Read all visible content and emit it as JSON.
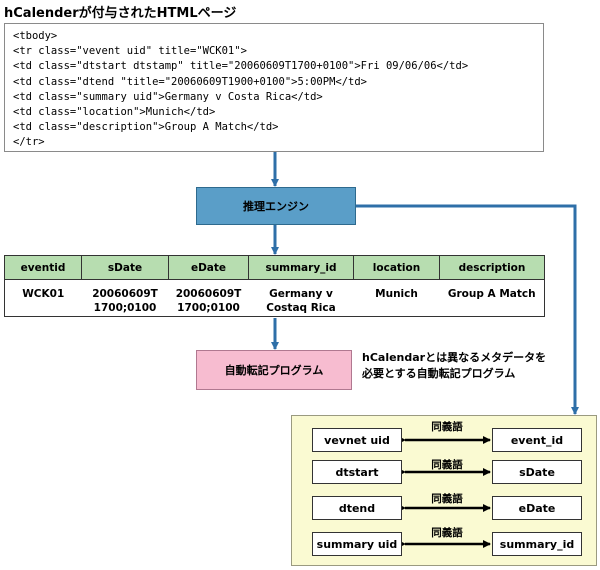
{
  "title": "hCalenderが付与されたHTMLページ",
  "code_lines": [
    "<tbody>",
    "<tr class=\"vevent uid\" title=\"WCK01\">",
    "<td class=\"dtstart dtstamp\" title=\"20060609T1700+0100\">Fri 09/06/06</td>",
    "<td class=\"dtend \"title=\"20060609T1900+0100\">5:00PM</td>",
    "<td class=\"summary uid\">Germany v Costa Rica</td>",
    "<td class=\"location\">Munich</td>",
    "<td class=\"description\">Group A Match</td>",
    "</tr>"
  ],
  "engine_label": "推理エンジン",
  "table": {
    "headers": [
      "eventid",
      "sDate",
      "eDate",
      "summary_id",
      "location",
      "description"
    ],
    "row": [
      [
        "WCK01"
      ],
      [
        "20060609T",
        "1700;0100"
      ],
      [
        "20060609T",
        "1700;0100"
      ],
      [
        "Germany v",
        "Costaq Rica"
      ],
      [
        "Munich"
      ],
      [
        "Group A Match"
      ]
    ]
  },
  "program_label": "自動転記プログラム",
  "note_lines": [
    "hCalendarとは異なるメタデータを",
    "必要とする自動転記プログラム"
  ],
  "mappings": [
    {
      "left": "vevnet uid",
      "right": "event_id",
      "label": "同義語"
    },
    {
      "left": "dtstart",
      "right": "sDate",
      "label": "同義語"
    },
    {
      "left": "dtend",
      "right": "eDate",
      "label": "同義語"
    },
    {
      "left": "summary uid",
      "right": "summary_id",
      "label": "同義語"
    }
  ],
  "colors": {
    "arrow": "#2e6fa8",
    "engine": "#5a9ec8",
    "program": "#f7bcd0",
    "table_header": "#b7ddb0",
    "panel": "#fafad2"
  }
}
